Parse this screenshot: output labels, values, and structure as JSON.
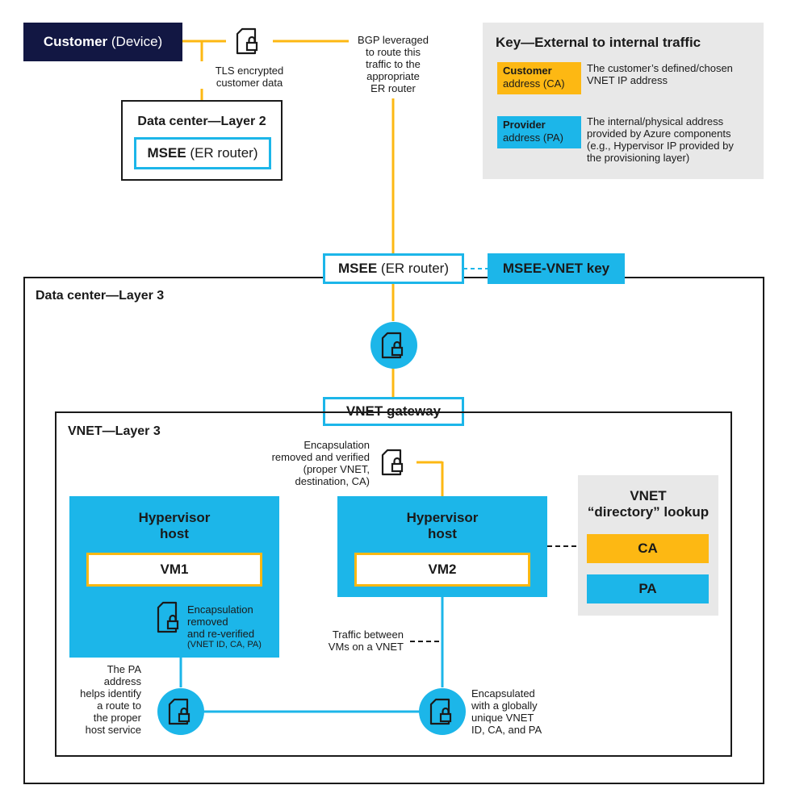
{
  "customer": {
    "bold": "Customer",
    "rest": " (Device)"
  },
  "tls_note": [
    "TLS encrypted",
    "customer data"
  ],
  "bgp_note": [
    "BGP leveraged",
    "to route this",
    "traffic to the",
    "appropriate",
    "ER router"
  ],
  "dc_layer2": {
    "title": "Data center—Layer 2",
    "msee_bold": "MSEE",
    "msee_rest": " (ER router)"
  },
  "key": {
    "title": "Key—External to internal traffic",
    "ca_label_bold": "Customer",
    "ca_label_rest": "address (CA)",
    "ca_desc": [
      "The customer’s defined/chosen",
      "VNET IP address"
    ],
    "pa_label_bold": "Provider",
    "pa_label_rest": "address (PA)",
    "pa_desc": [
      "The internal/physical address",
      "provided by Azure components",
      "(e.g., Hypervisor IP provided by",
      "the provisioning layer)"
    ]
  },
  "dc_layer3": {
    "title": "Data center—Layer 3",
    "msee_bold": "MSEE",
    "msee_rest": " (ER router)",
    "msee_vnet_key": "MSEE-VNET key",
    "gateway": "VNET gateway"
  },
  "vnet_layer3": {
    "title": "VNET—Layer 3",
    "encap_removed_verified": [
      "Encapsulation",
      "removed and verified",
      "(proper VNET,",
      "destination, CA)"
    ],
    "hypervisor1": [
      "Hypervisor",
      "host"
    ],
    "hypervisor2": [
      "Hypervisor",
      "host"
    ],
    "vm1": "VM1",
    "vm2": "VM2",
    "encap_reverified": [
      "Encapsulation",
      "removed",
      "and re-verified"
    ],
    "encap_reverified_small": "(VNET ID, CA, PA)",
    "directory": {
      "title": [
        "VNET",
        "“directory” lookup"
      ],
      "ca": "CA",
      "pa": "PA"
    },
    "traffic_note": [
      "Traffic between",
      "VMs on a VNET"
    ],
    "pa_note": [
      "The PA",
      "address",
      "helps identify",
      "a route to",
      "the proper",
      "host service"
    ],
    "encapsulated_note": [
      "Encapsulated",
      "with a globally",
      "unique VNET",
      "ID, CA, and PA"
    ]
  },
  "colors": {
    "navy": "#121743",
    "blue": "#1cb6e9",
    "gold": "#fdb813",
    "gray": "#e8e8e8"
  },
  "icons": [
    "lock-document-icon"
  ]
}
